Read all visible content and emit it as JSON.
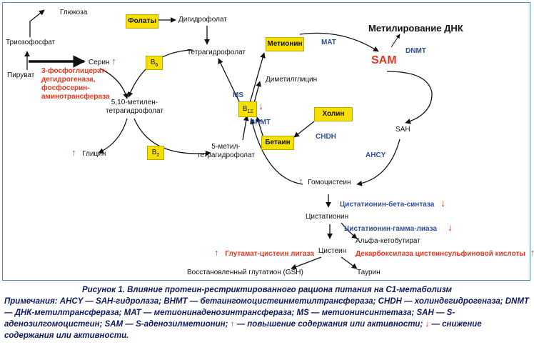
{
  "nodes": {
    "glucose": "Глюкоза",
    "triose": "Триозофосфат",
    "pyruvate": "Пируват",
    "serine": "Серин",
    "enzyme_pgdh": "3-фосфоглицерат-\nдегидрогеназа,\nфосфосерин-\nаминотрансфераза",
    "mthf510": "5,10-метилен-\nтетрагидрофолат",
    "glycine": "Глицин",
    "folate": "Фолаты",
    "dhf": "Дигидрофолат",
    "thf": "Тетрагидрофолат",
    "b6": "B",
    "b6_sub": "6",
    "b2": "B",
    "b2_sub": "2",
    "b12": "B",
    "b12_sub": "12",
    "mthf5": "5-метил-\nтетрагидрофолат",
    "methionine": "Метионин",
    "dmg": "Диметилглицин",
    "ms": "MS",
    "bhmt": "BHMT",
    "choline": "Холин",
    "chdh": "CHDH",
    "betaine": "Бетаин",
    "mat": "MAT",
    "dna_methylation": "Метилирование ДНК",
    "sam": "SAM",
    "dnmt": "DNMT",
    "sah": "SAH",
    "ahcy": "AHCY",
    "homocysteine": "Гомоцистеин",
    "cbs": "Цистатионин-бета-синтаза",
    "cystathionine": "Цистатионин",
    "cgl": "Цистатионин-гамма-лиаза",
    "akb": "Альфа-кетобутират",
    "cysteine": "Цистеин",
    "gcl": "Глутамат-цистеин лигаза",
    "csad": "Декарбоксилаза цистеинсульфиновой кислоты",
    "gsh": "Восстановленный глутатион (GSH)",
    "taurine": "Таурин"
  },
  "arrows": {
    "up": "↑",
    "down": "↓"
  },
  "caption": {
    "title": "Рисунок 1. Влияние протеин-рестриктированного рациона питания на С1-метаболизм",
    "notes_part1": "Примечания: AHCY — SAH-гидролаза; BHMT — бетаингомоцистеинметилтрансфераза; CHDH — холиндегидрогеназа; DNMT — ДНК-метилтрансфераза; MAT — метионинаденозинтрансфераза; MS — метионинсинтетаза; SAH — S-аденозилгомоцистеин; SAM — S-аденозилметионин; ",
    "up_arrow": "↑",
    "notes_part2": " — повышение содержания или активности; ",
    "down_arrow": "↓",
    "notes_part3": " — снижение содержания или активности."
  },
  "colors": {
    "accent_red": "#e8361f",
    "enzyme_blue": "#2b4ea0",
    "vitamin_yellow": "#f7e000",
    "frame_blue": "#4a8ab8"
  }
}
